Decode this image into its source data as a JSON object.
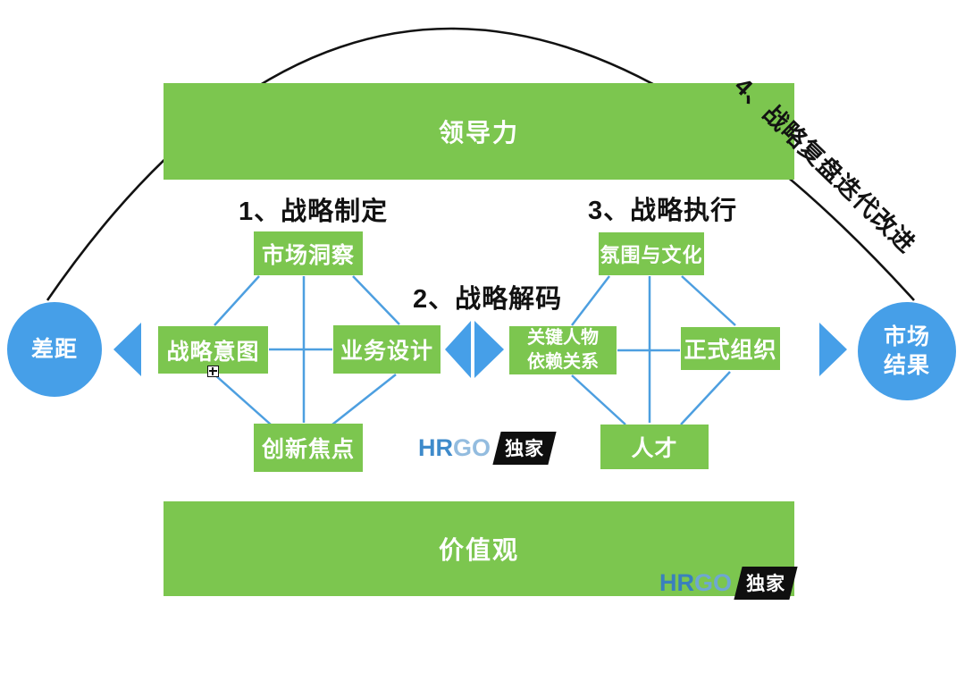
{
  "colors": {
    "green": "#7cc64f",
    "blue": "#469fe8",
    "line": "#4d9fe0",
    "ink": "#121212",
    "logo_hr": "#3f8bcb",
    "logo_go": "#93bcdf",
    "logo_hr_green": "#3a80bd",
    "logo_go_green": "#6fa7d2",
    "badge_bg": "#0f0f0f"
  },
  "bars": {
    "top": {
      "label": "领导力"
    },
    "bottom": {
      "label": "价值观"
    }
  },
  "circles": {
    "left": {
      "label": "差距"
    },
    "right": {
      "line1": "市场",
      "line2": "结果"
    }
  },
  "stages": {
    "s1": "1、战略制定",
    "s2": "2、战略解码",
    "s3": "3、战略执行",
    "s4": "4、战略复盘迭代改进"
  },
  "left_diamond": {
    "top": "市场洞察",
    "left": "战略意图",
    "right": "业务设计",
    "bottom": "创新焦点"
  },
  "right_diamond": {
    "top": "氛围与文化",
    "left_line1": "关键人物",
    "left_line2": "依赖关系",
    "right": "正式组织",
    "bottom": "人才"
  },
  "logo": {
    "hr": "HR",
    "go": "GO",
    "badge": "独家"
  }
}
